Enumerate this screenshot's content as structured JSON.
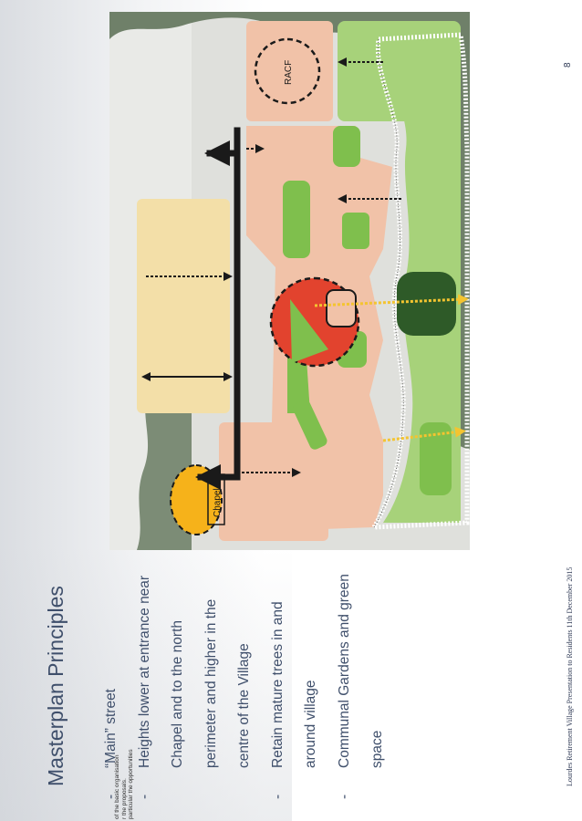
{
  "slide": {
    "title": "Masterplan Principles",
    "bullets": [
      {
        "dash": "-",
        "text": "“Main” street"
      },
      {
        "dash": "-",
        "text": "Heights lower at entrance near Chapel and to the north perimeter and higher in the centre of the Village"
      },
      {
        "dash": "-",
        "text": "Retain mature trees in and around village"
      },
      {
        "dash": "-",
        "text": "Communal Gardens and green space"
      }
    ],
    "caption_lines": [
      "of the basic organisation",
      "r the proposals.",
      "particular the opportunities"
    ],
    "footer": "Lourdes Retirement Village Presentation to Residents 11th December 2015",
    "page_number": "8"
  },
  "plan": {
    "labels": {
      "racf": "RACF",
      "chapel": "Chapel"
    },
    "colors": {
      "tree_canopy": "#6f8069",
      "low_rise_zone": "#f3dfa8",
      "mid_rise_zone": "#f1c2a8",
      "green_space": "#a7d27a",
      "dark_garden": "#2e5a28",
      "centre_red": "#e2432e",
      "entrance_yellow": "#f6b21a",
      "main_street": "#1a1a1a",
      "view_arrow": "#f4c430"
    }
  }
}
